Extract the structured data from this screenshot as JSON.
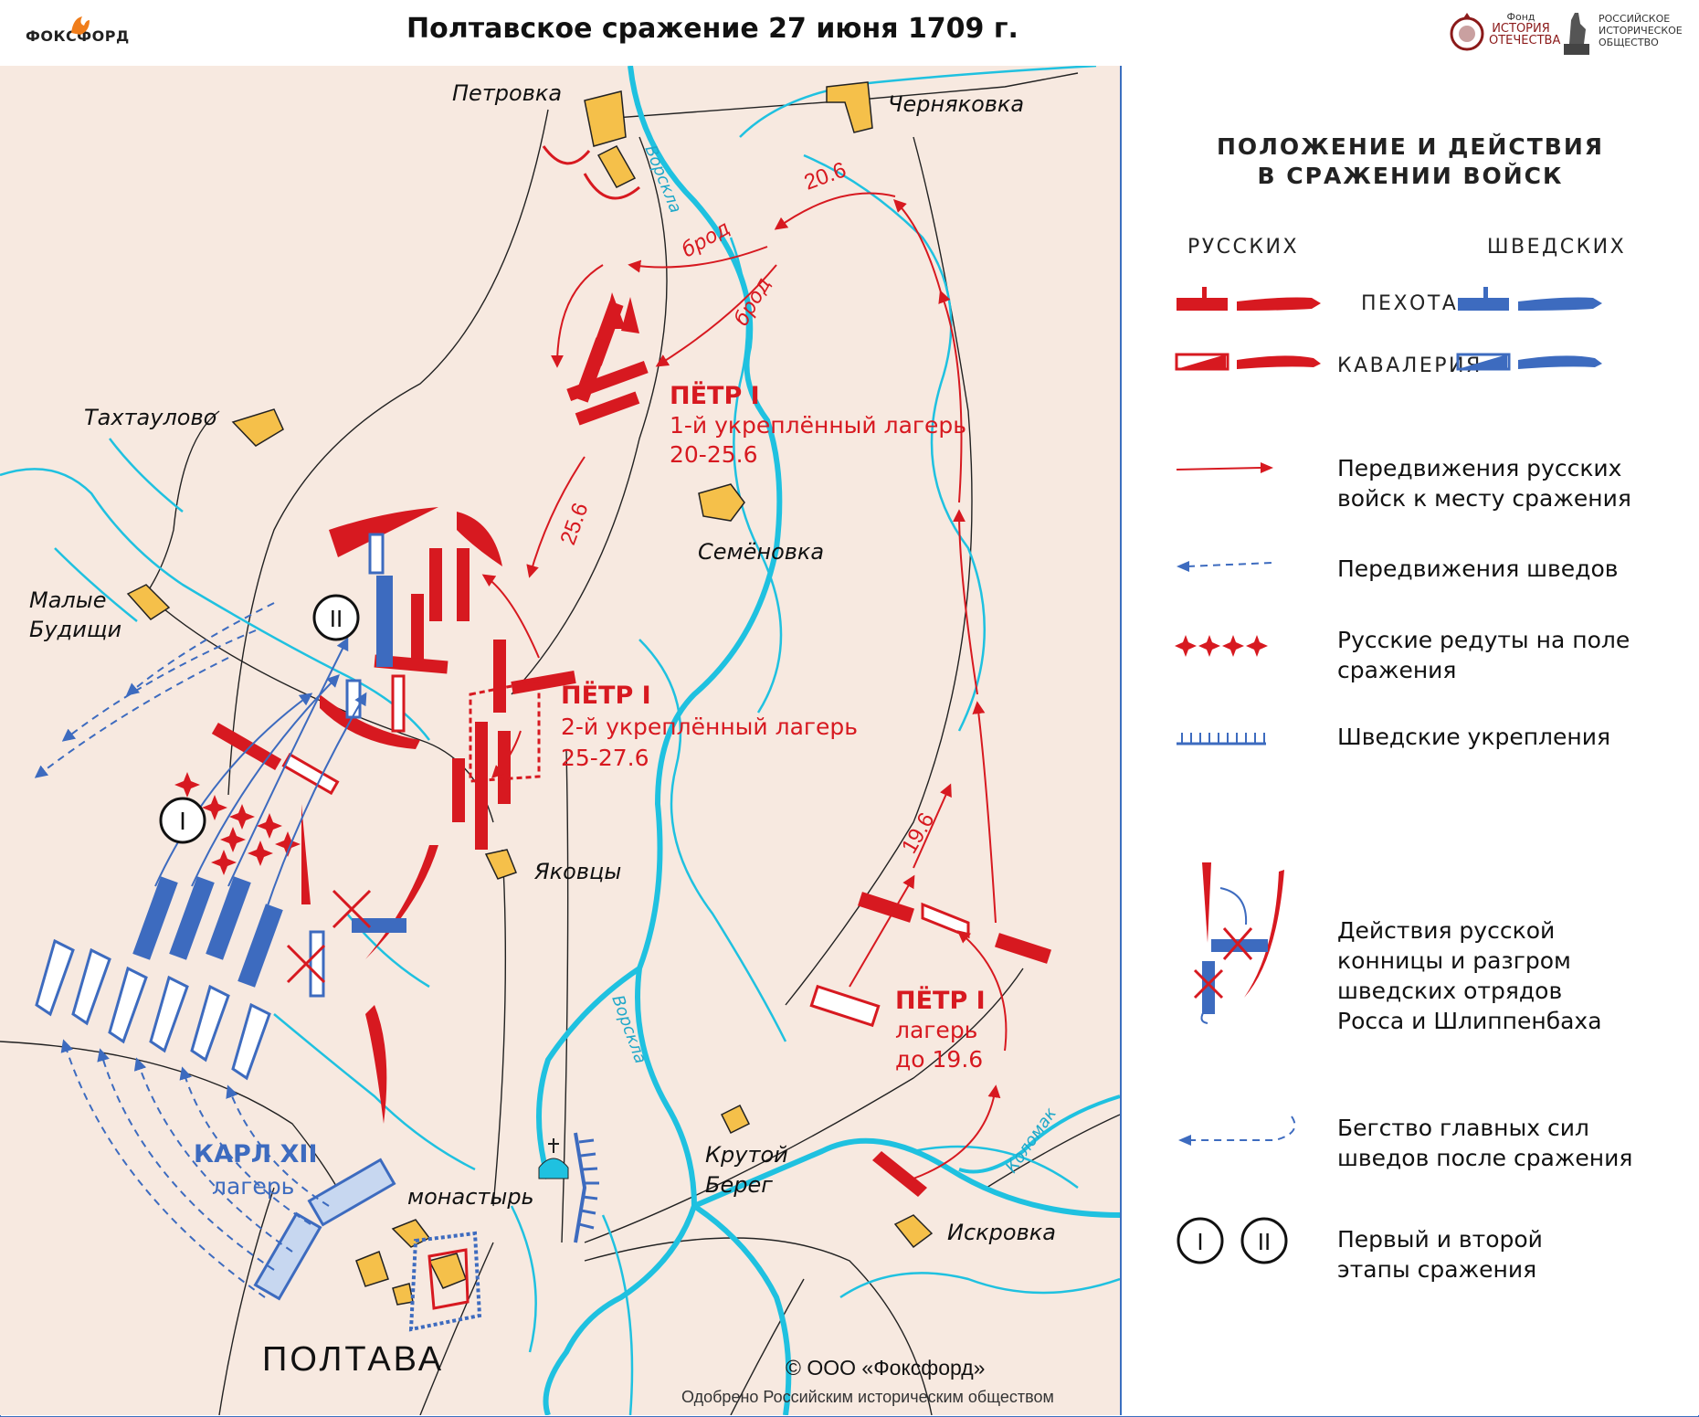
{
  "header": {
    "title": "Полтавское сражение 27 июня 1709 г.",
    "brand": "ФОКСФОРД",
    "fund_logo": [
      "Фонд",
      "ИСТОРИЯ",
      "ОТЕЧЕСТВА"
    ],
    "rio_logo": [
      "РОССИЙСКОЕ",
      "ИСТОРИЧЕСКОЕ",
      "ОБЩЕСТВО"
    ]
  },
  "colors": {
    "russian": "#d71920",
    "swedish": "#3d6bbf",
    "settlement": "#f5c04a",
    "river": "#1fc1e0",
    "land": "#f7e9e0"
  },
  "map": {
    "places": {
      "petrovka": "Петровка",
      "chernyakovka": "Черняковка",
      "takhtaulovo": "Тахтаулово",
      "malye": "Малые",
      "budishchi": "Будищи",
      "semenovka": "Семёновка",
      "yakovtsy": "Яковцы",
      "krutoy": "Крутой",
      "bereg": "Берег",
      "monastyr": "монастырь",
      "iskrovka": "Искровка",
      "poltava": "ПОЛТАВА"
    },
    "rivers": {
      "vorskla_top": "Ворскла",
      "vorskla_bottom": "Ворскла",
      "kolomak": "Коломак"
    },
    "fords": [
      "брод",
      "брод"
    ],
    "dates": {
      "d206": "20.6",
      "d256": "25.6",
      "d196": "19.6"
    },
    "camps": {
      "first_name": "ПЁТР I",
      "first_desc": "1-й укреплённый лагерь",
      "first_dates": "20-25.6",
      "second_name": "ПЁТР I",
      "second_desc": "2-й укреплённый лагерь",
      "second_dates": "25-27.6",
      "early_name": "ПЁТР I",
      "early_desc": "лагерь",
      "early_dates": "до 19.6",
      "karl_name": "КАРЛ XII",
      "karl_desc": "лагерь"
    },
    "stages": {
      "one": "I",
      "two": "II"
    },
    "copyright": "© ООО «Фоксфорд»",
    "approved": "Одобрено Российским историческим обществом"
  },
  "legend": {
    "title_line1": "ПОЛОЖЕНИЕ И ДЕЙСТВИЯ",
    "title_line2": "В СРАЖЕНИИ ВОЙСК",
    "col_russian": "РУССКИХ",
    "col_swedish": "ШВЕДСКИХ",
    "infantry": "ПЕХОТА",
    "cavalry": "КАВАЛЕРИЯ",
    "items": [
      {
        "icon": "red-arrow-icon",
        "line1": "Передвижения русских",
        "line2": "войск к месту сражения"
      },
      {
        "icon": "blue-dashed-arrow-icon",
        "line1": "Передвижения шведов",
        "line2": ""
      },
      {
        "icon": "redoubt-icon",
        "line1": "Русские редуты на поле",
        "line2": "сражения"
      },
      {
        "icon": "fortification-icon",
        "line1": "Шведские укрепления",
        "line2": ""
      },
      {
        "icon": "cavalry-action-icon",
        "line1": "Действия русской",
        "line2": "конницы и разгром",
        "line3": "шведских отрядов",
        "line4": "Росса и Шлиппенбаха"
      },
      {
        "icon": "flight-arrow-icon",
        "line1": "Бегство главных сил",
        "line2": "шведов после сражения"
      },
      {
        "icon": "stage-icon",
        "line1": "Первый и второй",
        "line2": "этапы сражения"
      }
    ]
  }
}
